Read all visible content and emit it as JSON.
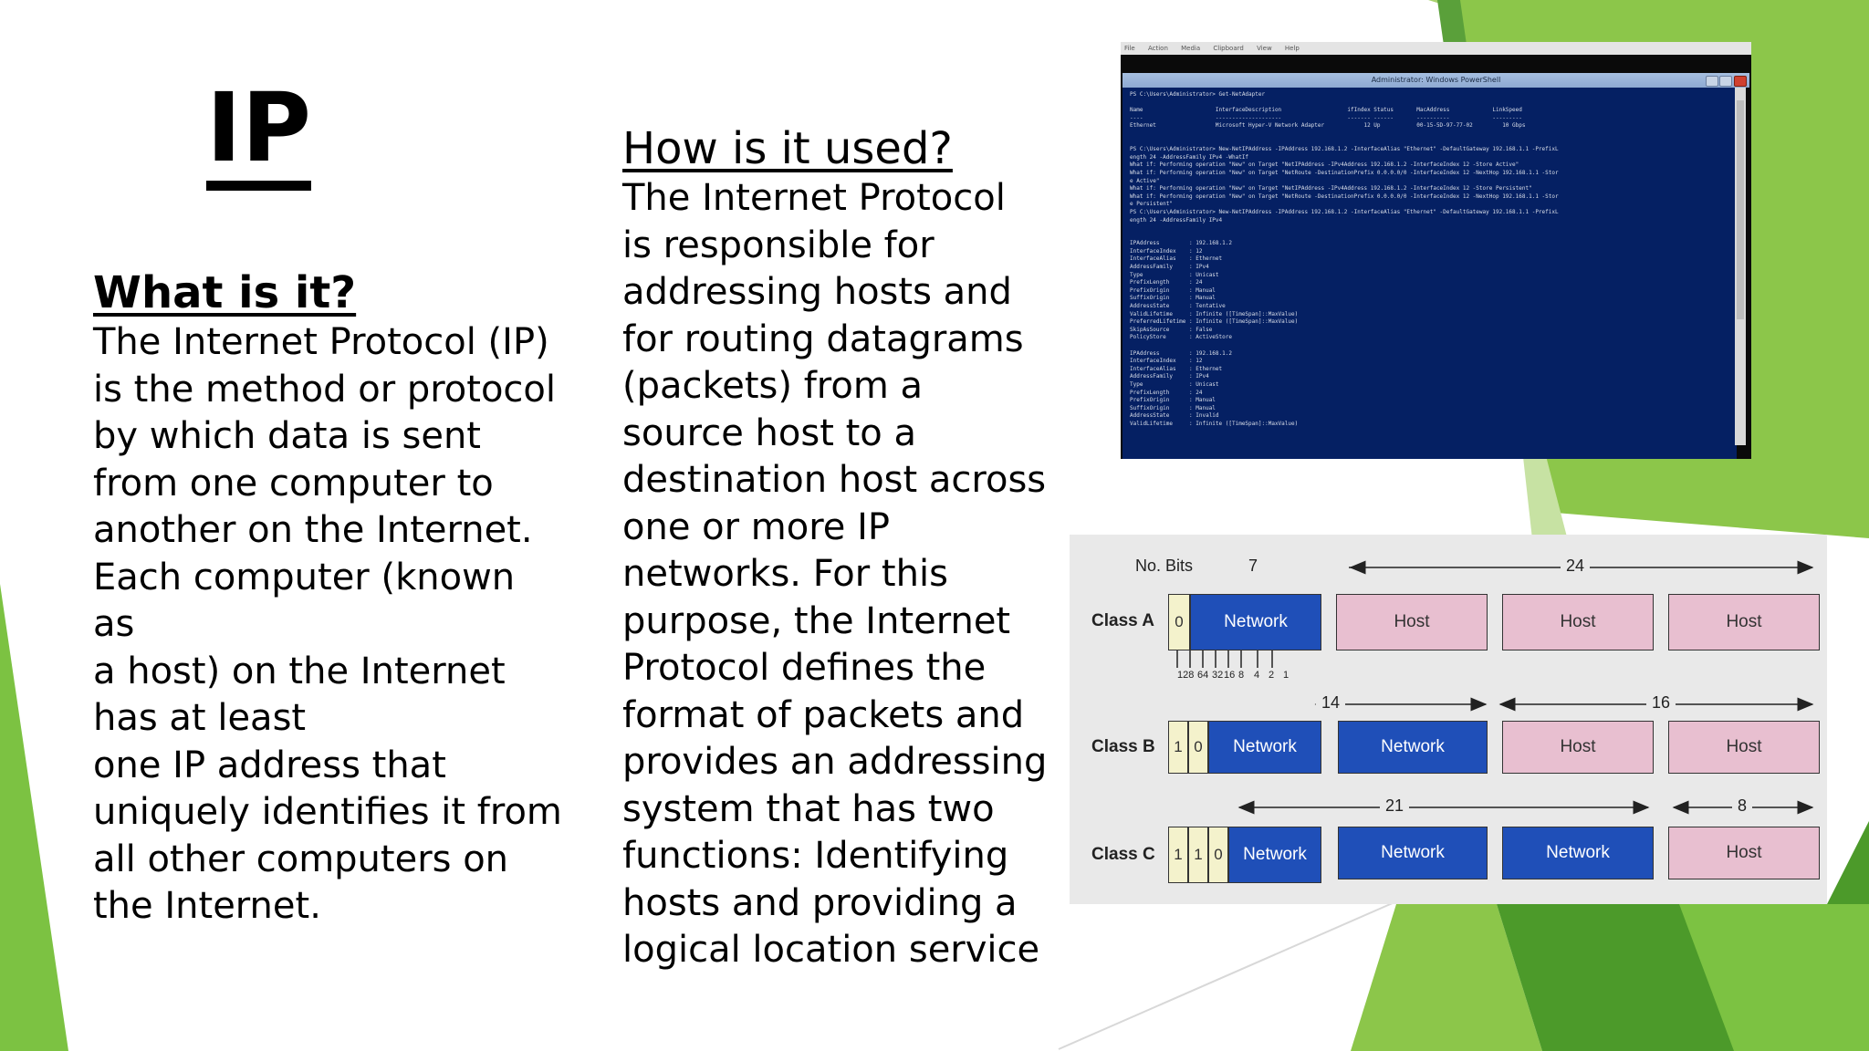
{
  "slide": {
    "title": "IP",
    "left": {
      "heading": "What is it?",
      "body": "The Internet Protocol (IP)\nis the method or protocol\nby which data is sent\nfrom one computer to\nanother on the Internet.\nEach computer (known as\na host) on the Internet\nhas at least\none IP address that\nuniquely identifies it from\nall other computers on\nthe Internet."
    },
    "middle": {
      "heading": "How is it used?",
      "body": "The Internet Protocol\nis responsible for\naddressing hosts and\nfor routing datagrams\n(packets) from a\nsource host to a\ndestination host across\none or more IP\nnetworks. For this\npurpose, the Internet\nProtocol defines the\nformat of packets and\nprovides an addressing\nsystem that has two\nfunctions: Identifying\nhosts and providing a\nlogical location service"
    }
  },
  "screenshot": {
    "menubar": [
      "File",
      "Action",
      "Media",
      "Clipboard",
      "View",
      "Help"
    ],
    "window_title": "Administrator: Windows PowerShell",
    "console_text": "PS C:\\Users\\Administrator> Get-NetAdapter\n\nName                      InterfaceDescription                    ifIndex Status       MacAddress             LinkSpeed\n----                      --------------------                    ------- ------       ----------             ---------\nEthernet                  Microsoft Hyper-V Network Adapter            12 Up           00-15-5D-97-77-02         10 Gbps\n\n\nPS C:\\Users\\Administrator> New-NetIPAddress -IPAddress 192.168.1.2 -InterfaceAlias \"Ethernet\" -DefaultGateway 192.168.1.1 -PrefixL\nength 24 -AddressFamily IPv4 -WhatIf\nWhat if: Performing operation \"New\" on Target \"NetIPAddress -IPv4Address 192.168.1.2 -InterfaceIndex 12 -Store Active\"\nWhat if: Performing operation \"New\" on Target \"NetRoute -DestinationPrefix 0.0.0.0/0 -InterfaceIndex 12 -NextHop 192.168.1.1 -Stor\ne Active\"\nWhat if: Performing operation \"New\" on Target \"NetIPAddress -IPv4Address 192.168.1.2 -InterfaceIndex 12 -Store Persistent\"\nWhat if: Performing operation \"New\" on Target \"NetRoute -DestinationPrefix 0.0.0.0/0 -InterfaceIndex 12 -NextHop 192.168.1.1 -Stor\ne Persistent\"\nPS C:\\Users\\Administrator> New-NetIPAddress -IPAddress 192.168.1.2 -InterfaceAlias \"Ethernet\" -DefaultGateway 192.168.1.1 -PrefixL\nength 24 -AddressFamily IPv4\n\n\nIPAddress         : 192.168.1.2\nInterfaceIndex    : 12\nInterfaceAlias    : Ethernet\nAddressFamily     : IPv4\nType              : Unicast\nPrefixLength      : 24\nPrefixOrigin      : Manual\nSuffixOrigin      : Manual\nAddressState      : Tentative\nValidLifetime     : Infinite ([TimeSpan]::MaxValue)\nPreferredLifetime : Infinite ([TimeSpan]::MaxValue)\nSkipAsSource      : False\nPolicyStore       : ActiveStore\n\nIPAddress         : 192.168.1.2\nInterfaceIndex    : 12\nInterfaceAlias    : Ethernet\nAddressFamily     : IPv4\nType              : Unicast\nPrefixLength      : 24\nPrefixOrigin      : Manual\nSuffixOrigin      : Manual\nAddressState      : Invalid\nValidLifetime     : Infinite ([TimeSpan]::MaxValue)"
  },
  "diagram": {
    "no_bits_label": "No. Bits",
    "class_a": {
      "label": "Class A",
      "bits_label": "7",
      "span_label": "24",
      "bit": "0",
      "cells": [
        "Network",
        "Host",
        "Host",
        "Host"
      ],
      "weights": [
        "128",
        "64",
        "32",
        "16",
        "8",
        "4",
        "2",
        "1"
      ]
    },
    "class_b": {
      "label": "Class B",
      "span_network": "14",
      "span_host": "16",
      "bits": [
        "1",
        "0"
      ],
      "cells": [
        "Network",
        "Network",
        "Host",
        "Host"
      ]
    },
    "class_c": {
      "label": "Class C",
      "span_network": "21",
      "span_host": "8",
      "bits": [
        "1",
        "1",
        "0"
      ],
      "cells": [
        "Network",
        "Network",
        "Network",
        "Host"
      ]
    },
    "colors": {
      "network": "#1f4fb8",
      "host": "#e8bfd0",
      "bit": "#f4f2cc"
    }
  },
  "theme": {
    "accent_green": "#7cc242",
    "dark_green": "#4c9a2a"
  }
}
